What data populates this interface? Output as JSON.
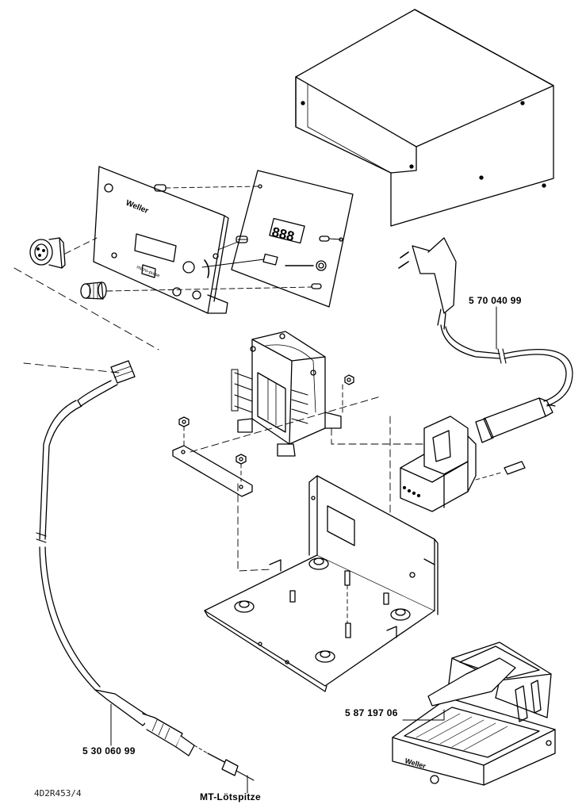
{
  "part_labels": {
    "power_cord": "5 70 040 99",
    "stand": "5 87 197 06",
    "iron": "5 30 060 99",
    "tip": "MT-Lötspitze"
  },
  "drawing_ref": "4D2R453/4",
  "brand": "Weller",
  "panel_text": {
    "model": "micro-pulse",
    "display_digits": "888"
  }
}
